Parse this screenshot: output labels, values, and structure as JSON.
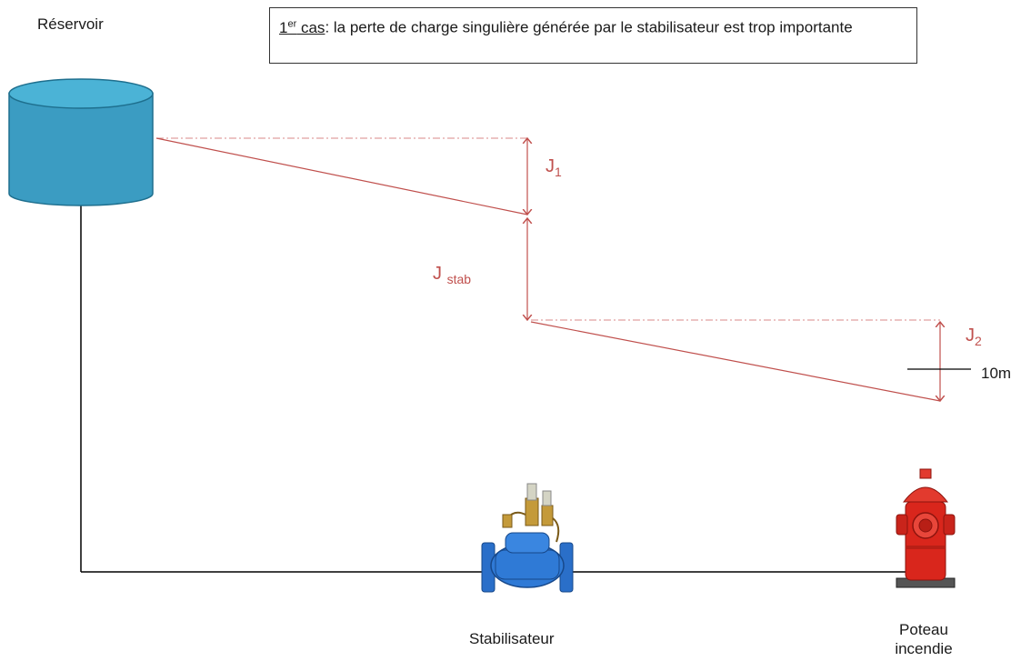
{
  "labels": {
    "reservoir": "Réservoir",
    "stabilisateur": "Stabilisateur",
    "poteau_line1": "Poteau",
    "poteau_line2": "incendie",
    "ten_m": "10m"
  },
  "note": {
    "prefix_main": "1",
    "prefix_sup": "er",
    "prefix_rest": " cas",
    "text": ": la perte de charge singulière générée par le stabilisateur est trop importante"
  },
  "head_losses": {
    "j1_main": "J",
    "j1_sub": "1",
    "jstab_main": "J",
    "jstab_sub": "stab",
    "j2_main": "J",
    "j2_sub": "2"
  },
  "colors": {
    "tank_fill": "#3b9cc2",
    "tank_top": "#4bb3d6",
    "headline": "#c0504d",
    "pipe": "#000000",
    "valve": "#2a6fc9",
    "hydrant": "#d9261c"
  }
}
